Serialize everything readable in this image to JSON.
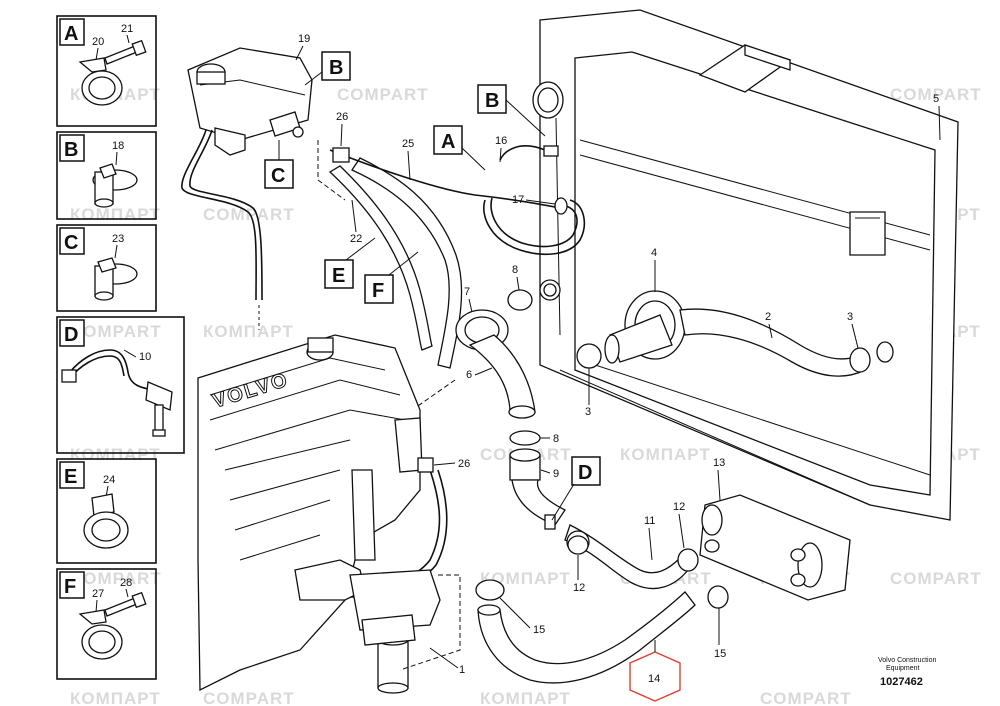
{
  "watermark": {
    "text_latin": "COMPART",
    "text_cyrillic": "КОМПАРТ"
  },
  "engine_brand": "VOLVO",
  "footer": {
    "brand_line1": "Volvo Construction",
    "brand_line2": "Equipment",
    "doc_number": "1027462"
  },
  "insets": [
    {
      "letter": "A",
      "parts": [
        "20",
        "21"
      ]
    },
    {
      "letter": "B",
      "parts": [
        "18"
      ]
    },
    {
      "letter": "C",
      "parts": [
        "23"
      ]
    },
    {
      "letter": "D",
      "parts": [
        "10"
      ]
    },
    {
      "letter": "E",
      "parts": [
        "24"
      ]
    },
    {
      "letter": "F",
      "parts": [
        "27",
        "28"
      ]
    }
  ],
  "callouts": {
    "A": "A",
    "B_top": "B",
    "B_mid": "B",
    "C": "C",
    "D": "D",
    "E": "E",
    "F": "F"
  },
  "part_numbers": {
    "p1": "1",
    "p2": "2",
    "p3a": "3",
    "p3b": "3",
    "p4": "4",
    "p5": "5",
    "p6": "6",
    "p7": "7",
    "p8a": "8",
    "p8b": "8",
    "p9": "9",
    "p11": "11",
    "p12a": "12",
    "p12b": "12",
    "p13": "13",
    "p14": "14",
    "p15a": "15",
    "p15b": "15",
    "p16": "16",
    "p17": "17",
    "p19": "19",
    "p22": "22",
    "p25": "25",
    "p26a": "26",
    "p26b": "26"
  }
}
